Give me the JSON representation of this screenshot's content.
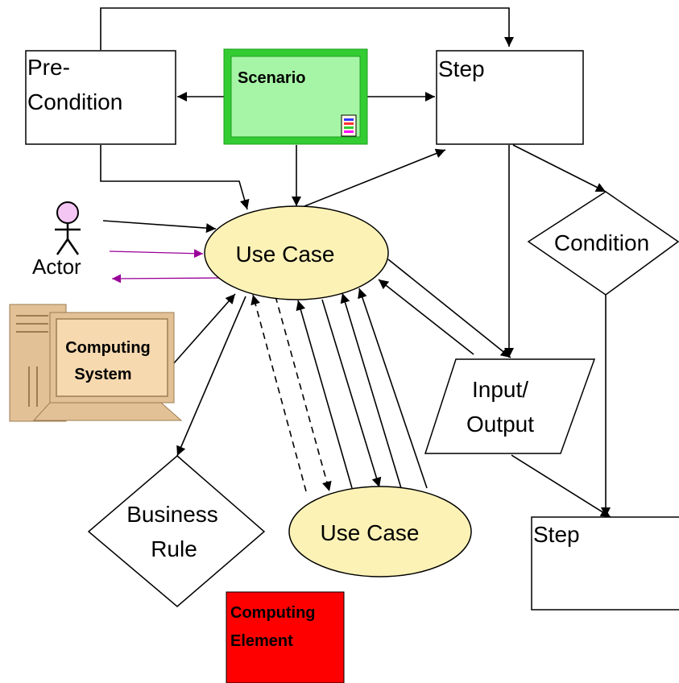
{
  "nodes": {
    "pre_condition": {
      "line1": "Pre-",
      "line2": "Condition"
    },
    "scenario": {
      "label": "Scenario",
      "fill": "#a6f5a6",
      "border": "#33cc33"
    },
    "step_top": {
      "label": "Step"
    },
    "actor": {
      "label": "Actor",
      "head_fill": "#f4c6f4"
    },
    "use_case_main": {
      "label": "Use Case",
      "fill": "#fdf2b6"
    },
    "condition": {
      "label": "Condition"
    },
    "computing_system": {
      "line1": "Computing",
      "line2": "System",
      "fill": "#f7d9b0",
      "case_fill": "#e3c196"
    },
    "input_output": {
      "line1": "Input/",
      "line2": "Output"
    },
    "business_rule": {
      "line1": "Business",
      "line2": "Rule"
    },
    "use_case_sub": {
      "label": "Use Case",
      "fill": "#fdf2b6"
    },
    "step_bottom": {
      "label": "Step"
    },
    "computing_element": {
      "line1": "Computing",
      "line2": "Element",
      "fill": "#ff0000"
    }
  },
  "colors": {
    "actor_arrows": "#990099",
    "lines": "#000000"
  }
}
